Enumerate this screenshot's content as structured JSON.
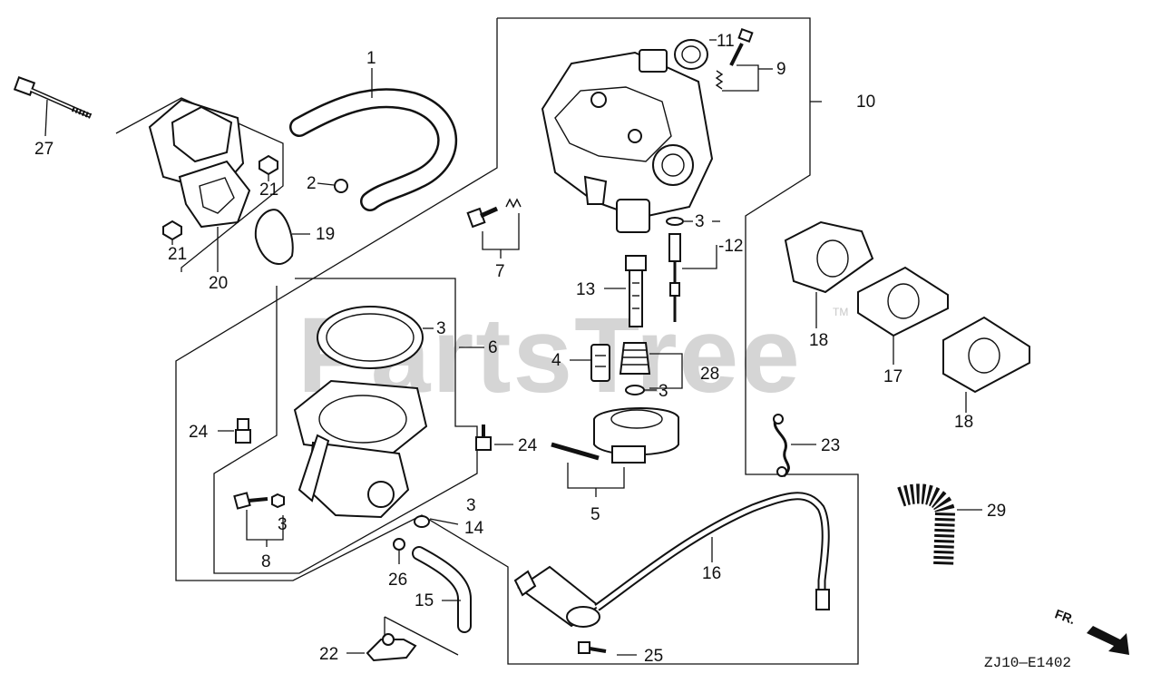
{
  "watermark": {
    "text": "PartsTree",
    "trademark": "TM"
  },
  "diagram_code": "ZJ10—E1402",
  "direction_label": "FR.",
  "callouts": {
    "c1": "1",
    "c2": "2",
    "c3a": "3",
    "c3b": "3",
    "c3c": "3",
    "c3d": "3",
    "c3e": "3",
    "c4": "4",
    "c5": "5",
    "c6": "6",
    "c7": "7",
    "c8": "8",
    "c9": "9",
    "c10": "10",
    "c11": "11",
    "c12": "-12",
    "c13": "13",
    "c14": "14",
    "c15": "15",
    "c16": "16",
    "c17": "17",
    "c18a": "18",
    "c18b": "18",
    "c19": "19",
    "c20": "20",
    "c21a": "21",
    "c21b": "21",
    "c22": "22",
    "c23": "23",
    "c24a": "24",
    "c24b": "24",
    "c25": "25",
    "c26": "26",
    "c27": "27",
    "c28": "28",
    "c29": "29"
  }
}
